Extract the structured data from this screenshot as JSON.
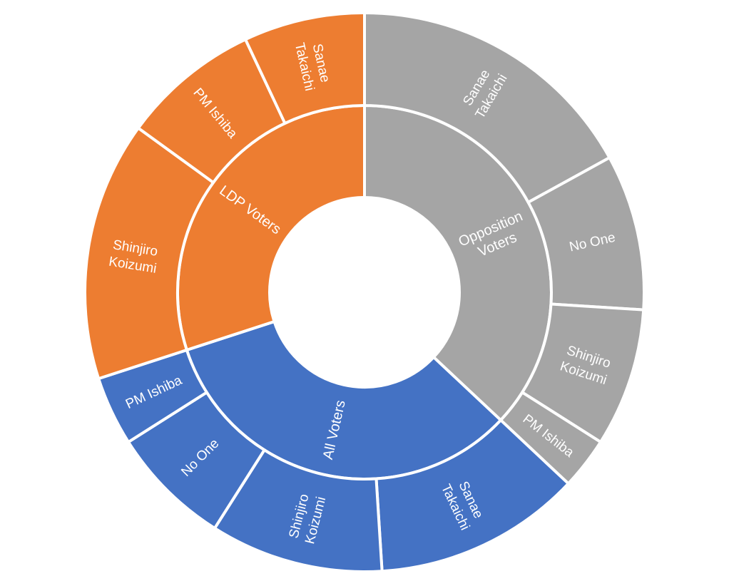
{
  "chart_data": {
    "type": "sunburst",
    "colors": {
      "LDP Voters": "#ED7D31",
      "Opposition Voters": "#A5A5A5",
      "All Voters": "#4472C4"
    },
    "inner": [
      {
        "label": "Opposition Voters",
        "lines": [
          "Opposition",
          "Voters"
        ],
        "value": 37
      },
      {
        "label": "All Voters",
        "lines": [
          "All Voters"
        ],
        "value": 33
      },
      {
        "label": "LDP Voters",
        "lines": [
          "LDP Voters"
        ],
        "value": 30
      }
    ],
    "outer": [
      {
        "parent": "Opposition Voters",
        "label": "Sanae Takaichi",
        "lines": [
          "Sanae",
          "Takaichi"
        ],
        "value": 17
      },
      {
        "parent": "Opposition Voters",
        "label": "No One",
        "lines": [
          "No One"
        ],
        "value": 9
      },
      {
        "parent": "Opposition Voters",
        "label": "Shinjiro Koizumi",
        "lines": [
          "Shinjiro",
          "Koizumi"
        ],
        "value": 8
      },
      {
        "parent": "Opposition Voters",
        "label": "PM Ishiba",
        "lines": [
          "PM Ishiba"
        ],
        "value": 3
      },
      {
        "parent": "All Voters",
        "label": "Sanae Takaichi",
        "lines": [
          "Sanae",
          "Takaichi"
        ],
        "value": 12
      },
      {
        "parent": "All Voters",
        "label": "Shinjiro Koizumi",
        "lines": [
          "Shinjiro",
          "Koizumi"
        ],
        "value": 10
      },
      {
        "parent": "All Voters",
        "label": "No One",
        "lines": [
          "No One"
        ],
        "value": 7
      },
      {
        "parent": "All Voters",
        "label": "PM Ishiba",
        "lines": [
          "PM Ishiba"
        ],
        "value": 4
      },
      {
        "parent": "LDP Voters",
        "label": "Shinjiro Koizumi",
        "lines": [
          "Shinjiro",
          "Koizumi"
        ],
        "value": 15
      },
      {
        "parent": "LDP Voters",
        "label": "PM Ishiba",
        "lines": [
          "PM Ishiba"
        ],
        "value": 8
      },
      {
        "parent": "LDP Voters",
        "label": "Sanae Takaichi",
        "lines": [
          "Sanae",
          "Takaichi"
        ],
        "value": 7
      }
    ]
  }
}
